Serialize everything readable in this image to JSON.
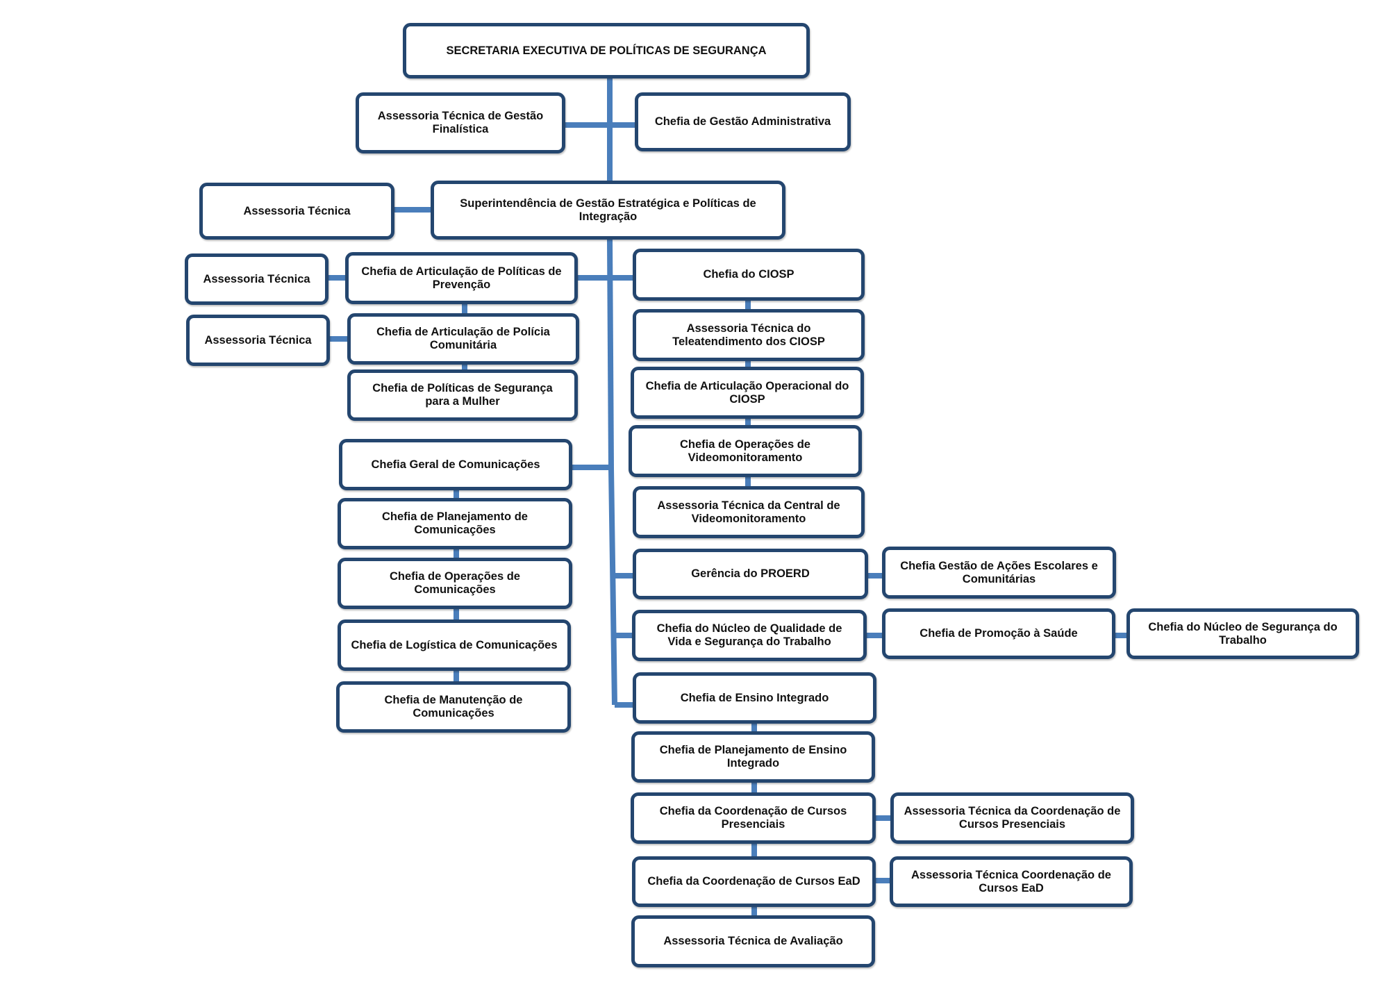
{
  "colors": {
    "connector": "#4a7ebb",
    "box_border": "#24466f",
    "text": "#111111"
  },
  "nodes": {
    "secretaria": "SECRETARIA EXECUTIVA DE POLÍTICAS DE SEGURANÇA",
    "assessoria_tecnica_gestao_finalistica": "Assessoria Técnica de Gestão Finalística",
    "chefia_gestao_administrativa": "Chefia de Gestão Administrativa",
    "assessoria_tecnica_1": "Assessoria Técnica",
    "superintendencia": "Superintendência de Gestão Estratégica e Políticas de Integração",
    "assessoria_tecnica_2": "Assessoria Técnica",
    "chefia_articulacao_prevencao": "Chefia de Articulação de Políticas de Prevenção",
    "assessoria_tecnica_3": "Assessoria Técnica",
    "chefia_articulacao_policia_comunitaria": "Chefia de Articulação de Polícia Comunitária",
    "chefia_politicas_mulher": "Chefia de Políticas de Segurança para a Mulher",
    "chefia_geral_comunicacoes": "Chefia Geral de Comunicações",
    "chefia_planejamento_comunicacoes": "Chefia de Planejamento de Comunicações",
    "chefia_operacoes_comunicacoes": "Chefia de Operações de Comunicações",
    "chefia_logistica_comunicacoes": "Chefia de Logística de Comunicações",
    "chefia_manutencao_comunicacoes": "Chefia de Manutenção de Comunicações",
    "chefia_ciosp": "Chefia do CIOSP",
    "assessoria_teleatendimento": "Assessoria Técnica do Teleatendimento dos CIOSP",
    "chefia_articulacao_operacional": "Chefia de Articulação Operacional do CIOSP",
    "chefia_operacoes_videomonitoramento": "Chefia de Operações de Videomonitoramento",
    "assessoria_central_videomonitoramento": "Assessoria Técnica da Central de Videomonitoramento",
    "gerencia_proerd": "Gerência do PROERD",
    "chefia_gestao_acoes_escolares": "Chefia Gestão de Ações Escolares e Comunitárias",
    "chefia_nucleo_qualidade_vida": "Chefia do Núcleo de Qualidade de Vida e Segurança do Trabalho",
    "chefia_promocao_saude": "Chefia de Promoção à Saúde",
    "chefia_nucleo_seguranca_trabalho": "Chefia do Núcleo de Segurança do Trabalho",
    "chefia_ensino_integrado": "Chefia de Ensino Integrado",
    "chefia_planejamento_ensino": "Chefia de Planejamento de Ensino Integrado",
    "chefia_cursos_presenciais": "Chefia da Coordenação de Cursos Presenciais",
    "assessoria_cursos_presenciais": "Assessoria Técnica da Coordenação de Cursos Presenciais",
    "chefia_cursos_ead": "Chefia da Coordenação de Cursos EaD",
    "assessoria_cursos_ead": "Assessoria Técnica Coordenação de Cursos EaD",
    "assessoria_avaliacao": "Assessoria Técnica de Avaliação"
  }
}
